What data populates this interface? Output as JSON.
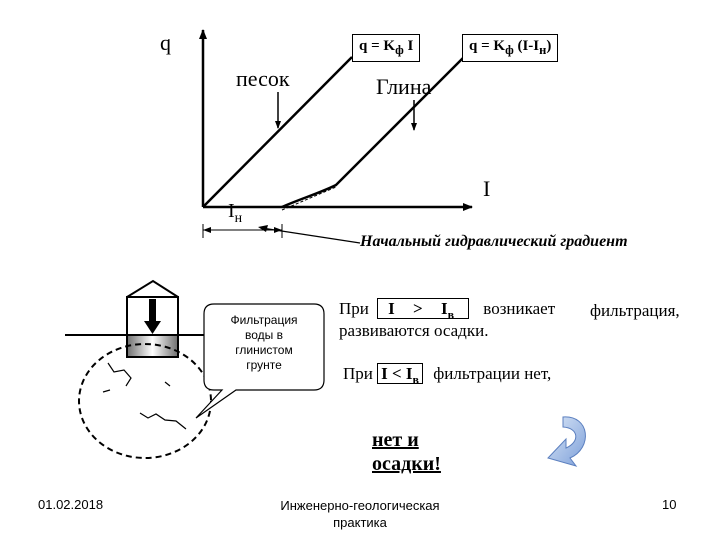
{
  "graph": {
    "y_axis_label": "q",
    "x_axis_label": "I",
    "formula_sand": {
      "lhs": "q = K",
      "sub": "ф",
      "rhs": " I"
    },
    "formula_clay": {
      "lhs": "q = K",
      "sub": "ф",
      "rhs": " (I-I",
      "sub2": "н",
      "end": ")"
    },
    "label_sand": "песок",
    "label_clay": "Глина",
    "label_in": {
      "main": "I",
      "sub": "н"
    },
    "caption": "Начальный гидравлический градиент"
  },
  "callout": {
    "lines": [
      "Фильтрация",
      "воды в",
      "глинистом",
      "грунте"
    ]
  },
  "statements": {
    "s1": {
      "pri": "При",
      "I": "I",
      "gt": ">",
      "Iv": "I",
      "Iv_sub": "в",
      "voznikaet": "возникает",
      "filtraciya": "фильтрация,",
      "line2": "развиваются осадки."
    },
    "s2": {
      "pri": "При",
      "expr": "I < I",
      "expr_sub": "в",
      "rest": "фильтрации нет,"
    },
    "conclusion": [
      "нет и",
      "осадки!"
    ]
  },
  "footer": {
    "date": "01.02.2018",
    "title_lines": [
      "Инженерно-геологическая",
      "практика"
    ],
    "page": "10"
  }
}
